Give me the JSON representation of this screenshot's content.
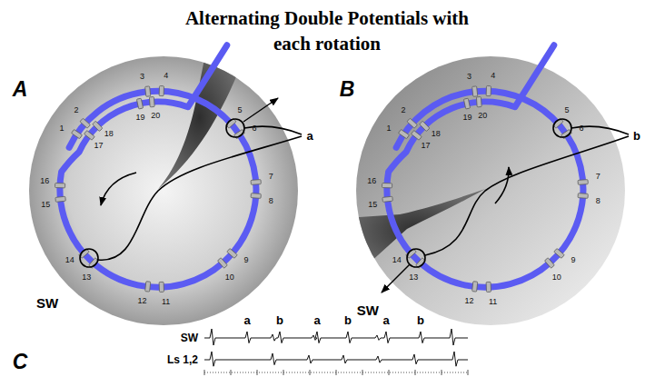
{
  "diagram": {
    "title": "Alternating Double Potentials with each rotation",
    "labels": [
      "A",
      "1",
      "2",
      "3",
      "4",
      "5",
      "6",
      "7",
      "8",
      "9",
      "10",
      "11",
      "12",
      "13",
      "14",
      "15",
      "16",
      "17",
      "18",
      "19",
      "20",
      "a",
      "SW",
      "B",
      "1",
      "2",
      "3",
      "4",
      "5",
      "6",
      "7",
      "8",
      "9",
      "10",
      "11",
      "12",
      "13",
      "14",
      "15",
      "16",
      "17",
      "18",
      "19",
      "20",
      "b",
      "SW",
      "C",
      "a",
      "b",
      "a",
      "b",
      "a",
      "b",
      "SW",
      "Ls 1,2"
    ]
  }
}
